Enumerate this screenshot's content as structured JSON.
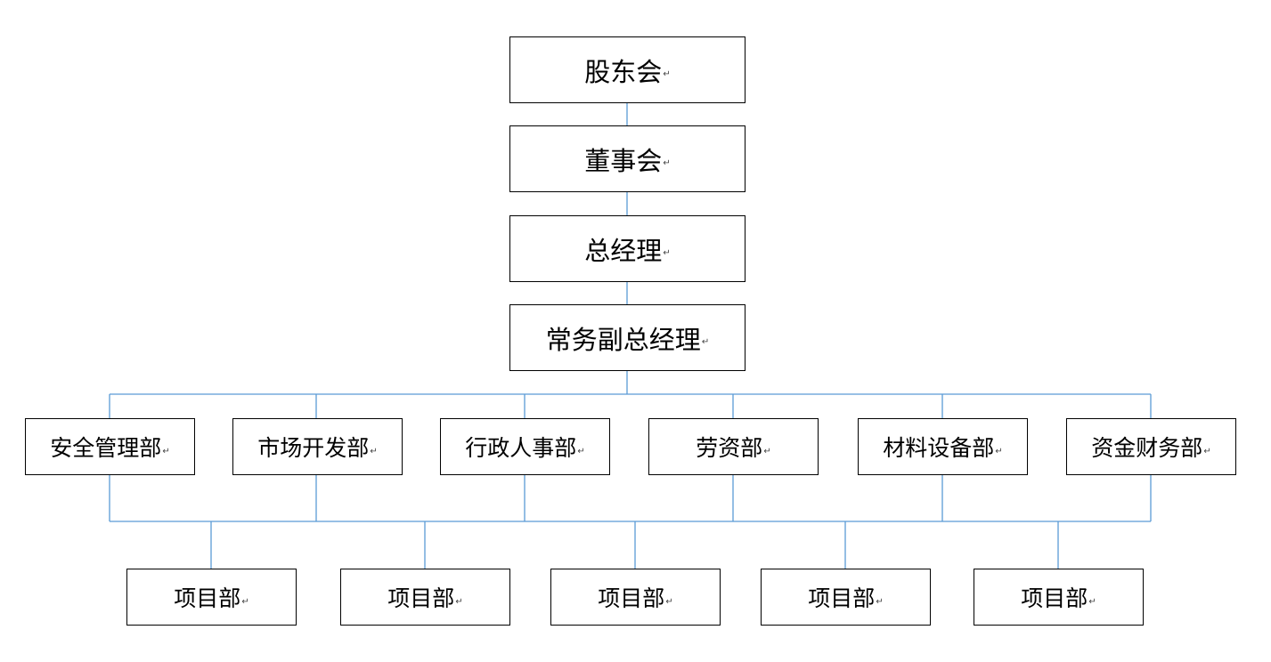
{
  "chart": {
    "top_chain": [
      "股东会",
      "董事会",
      "总经理",
      "常务副总经理"
    ],
    "departments": [
      "安全管理部",
      "市场开发部",
      "行政人事部",
      "劳资部",
      "材料设备部",
      "资金财务部"
    ],
    "projects": [
      "项目部",
      "项目部",
      "项目部",
      "项目部",
      "项目部"
    ],
    "paragraph_mark": "↵",
    "connector_color": "#5b9bd5",
    "border_color": "#000000"
  }
}
